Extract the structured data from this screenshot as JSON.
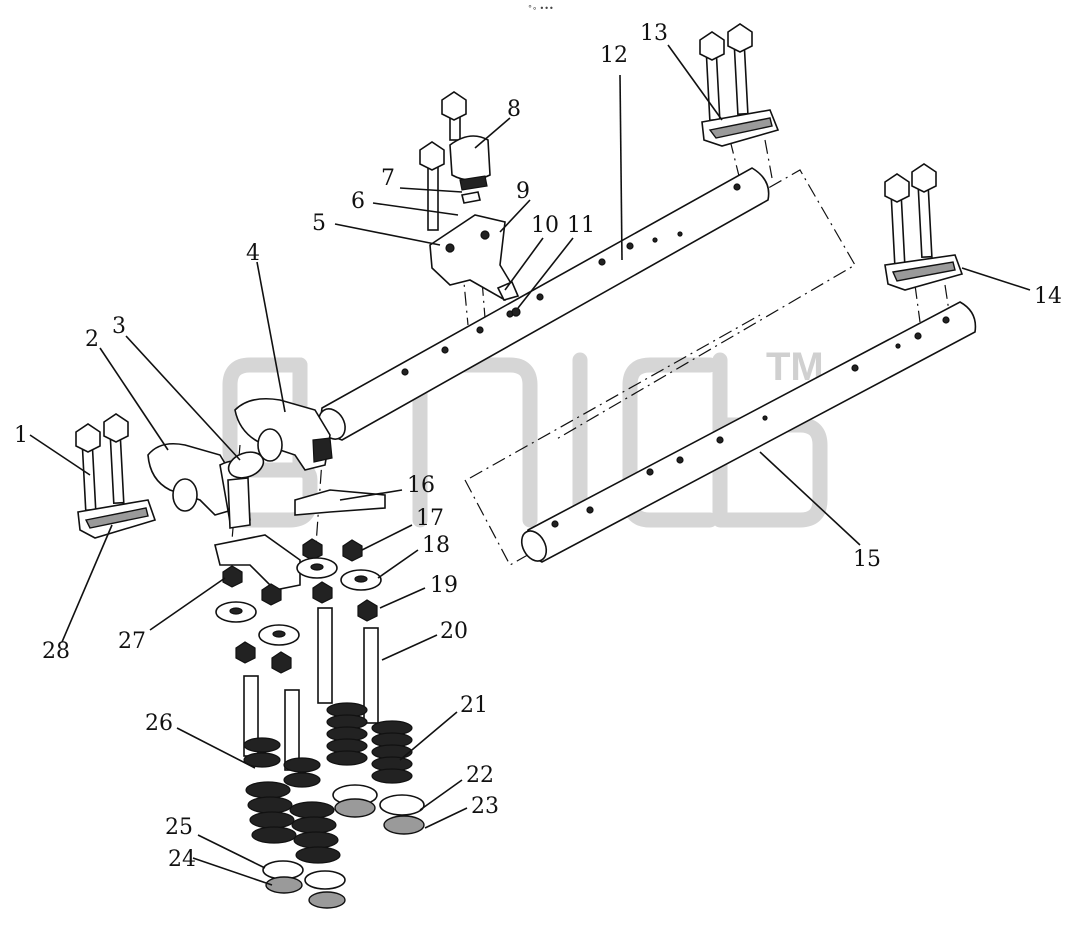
{
  "header_mark": "°∘ •••",
  "watermark": {
    "tm": "TM"
  },
  "callouts": [
    "1",
    "2",
    "3",
    "4",
    "5",
    "6",
    "7",
    "8",
    "9",
    "10",
    "11",
    "12",
    "13",
    "14",
    "15",
    "16",
    "17",
    "18",
    "19",
    "20",
    "21",
    "22",
    "23",
    "24",
    "25",
    "26",
    "27",
    "28"
  ]
}
